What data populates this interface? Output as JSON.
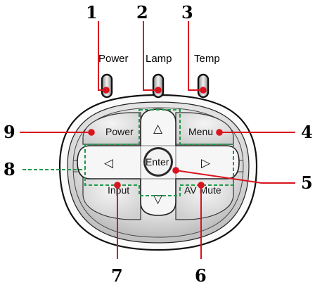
{
  "indicators": {
    "power": "Power",
    "lamp": "Lamp",
    "temp": "Temp"
  },
  "buttons": {
    "power": "Power",
    "menu": "Menu",
    "input": "Input",
    "av_mute": "AV Mute",
    "enter": "Enter"
  },
  "arrows": {
    "up": "△",
    "down": "▽",
    "left": "◁",
    "right": "▷"
  },
  "callouts": [
    "1",
    "2",
    "3",
    "4",
    "5",
    "6",
    "7",
    "8",
    "9"
  ],
  "colors": {
    "callout_line": "#d9141e",
    "dashed_outline": "#1f9a4a"
  }
}
